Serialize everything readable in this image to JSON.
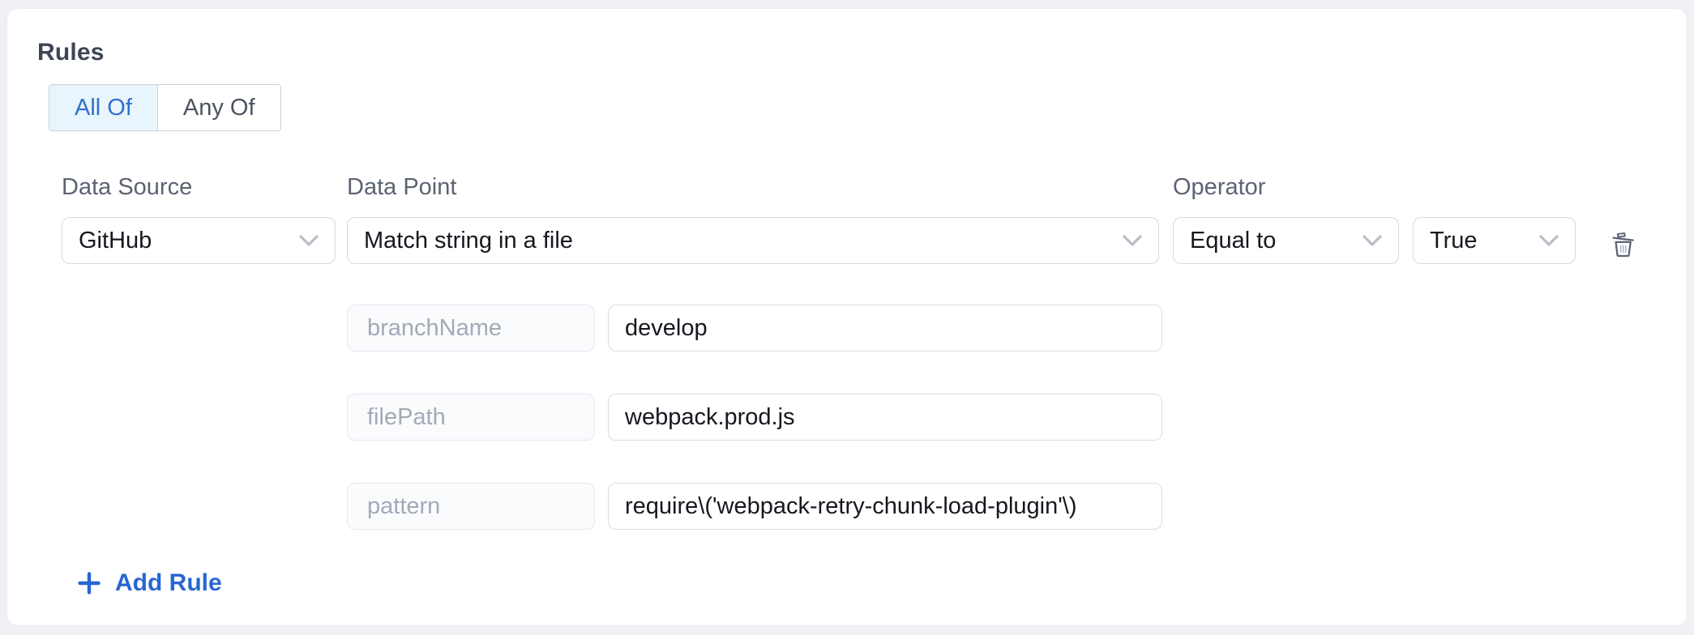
{
  "rules": {
    "title": "Rules",
    "match_mode": {
      "options": [
        {
          "label": "All Of",
          "active": true
        },
        {
          "label": "Any Of",
          "active": false
        }
      ]
    },
    "rule": {
      "data_source": {
        "label": "Data Source",
        "value": "GitHub"
      },
      "data_point": {
        "label": "Data Point",
        "value": "Match string in a file"
      },
      "operator": {
        "label": "Operator",
        "value": "Equal to"
      },
      "operator_value": {
        "value": "True"
      },
      "parameters": [
        {
          "key": "branchName",
          "value": "develop"
        },
        {
          "key": "filePath",
          "value": "webpack.prod.js"
        },
        {
          "key": "pattern",
          "value": "require\\('webpack-retry-chunk-load-plugin'\\)"
        }
      ]
    },
    "add_rule_label": "Add Rule"
  },
  "colors": {
    "accent_blue": "#2e71d4",
    "add_rule_blue": "#2766d3",
    "active_toggle_bg": "#e9f5fc",
    "page_bg": "#eff1f5",
    "card_bg": "#ffffff",
    "label_gray": "#5b6372",
    "placeholder_gray": "#a3a9b6",
    "border_gray": "#d7dae3",
    "icon_gray": "#5c6372"
  },
  "icons": {
    "delete": "trash-icon",
    "dropdown": "chevron-down-icon",
    "add": "plus-icon"
  }
}
